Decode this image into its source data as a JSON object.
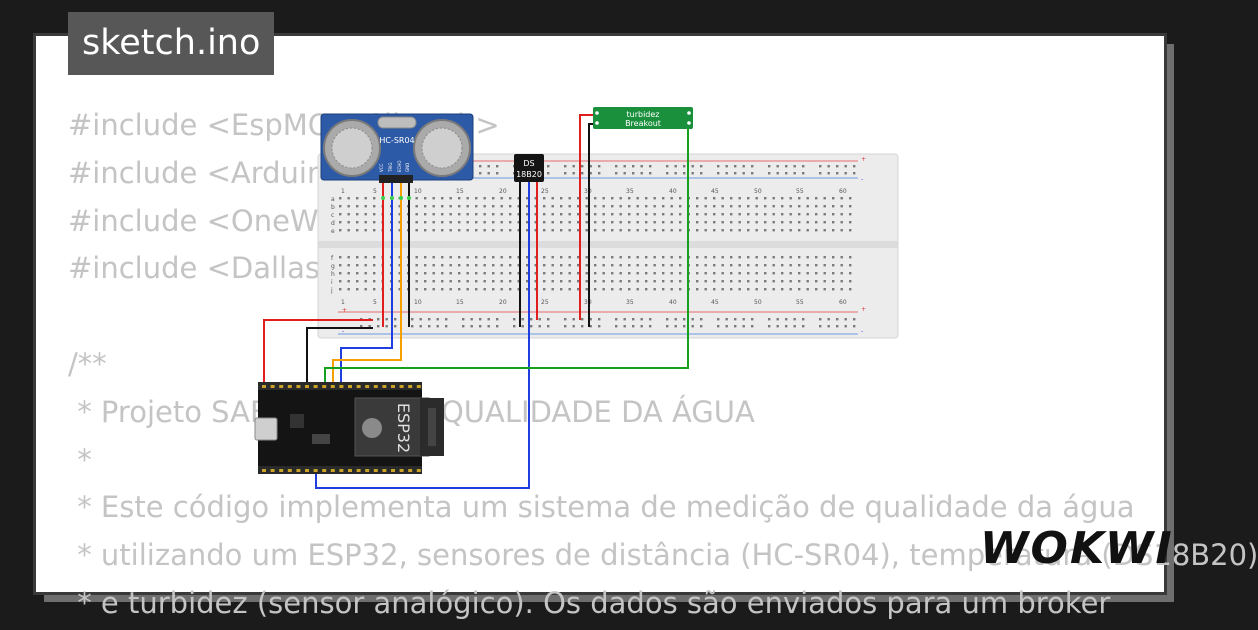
{
  "filename": "sketch.ino",
  "code_lines": [
    "#include <EspMQTTClient.h>",
    "#include <Arduino.h>",
    "#include <OneWire.h>",
    "#include <DallasTemperature.h>",
    "",
    "/**",
    " * Projeto SABEDORIA DE QUALIDADE DA ÁGUA",
    " *",
    " * Este código implementa um sistema de medição de qualidade da água",
    " * utilizando um ESP32, sensores de distância (HC-SR04), temperatura (DS18B20)",
    " * e turbidez (sensor analógico). Os dados são enviados para um broker"
  ],
  "logo": "WOKWI",
  "parts": {
    "ultrasonic": {
      "label": "HC-SR04",
      "pins": [
        "VCC",
        "TRIG",
        "ECHO",
        "GND"
      ]
    },
    "temp_sensor": {
      "label_line1": "DS",
      "label_line2": "18B20"
    },
    "turbidity": {
      "label_line1": "turbidez",
      "label_line2": "Breakout"
    },
    "esp32": {
      "label": "ESP32"
    },
    "breadboard": {
      "col_numbers": [
        "1",
        "5",
        "10",
        "15",
        "20",
        "25",
        "30",
        "35",
        "40",
        "45",
        "50",
        "55",
        "60"
      ],
      "rows_top": [
        "a",
        "b",
        "c",
        "d",
        "e"
      ],
      "rows_bottom": [
        "f",
        "g",
        "h",
        "i",
        "j"
      ],
      "rail_plus": "+",
      "rail_minus": "-"
    }
  },
  "colors": {
    "wire_red": "#e01e1e",
    "wire_black": "#111111",
    "wire_orange": "#f5a000",
    "wire_blue": "#1e3ee0",
    "wire_green": "#14a21c",
    "breakout_green": "#1a8f3c"
  }
}
